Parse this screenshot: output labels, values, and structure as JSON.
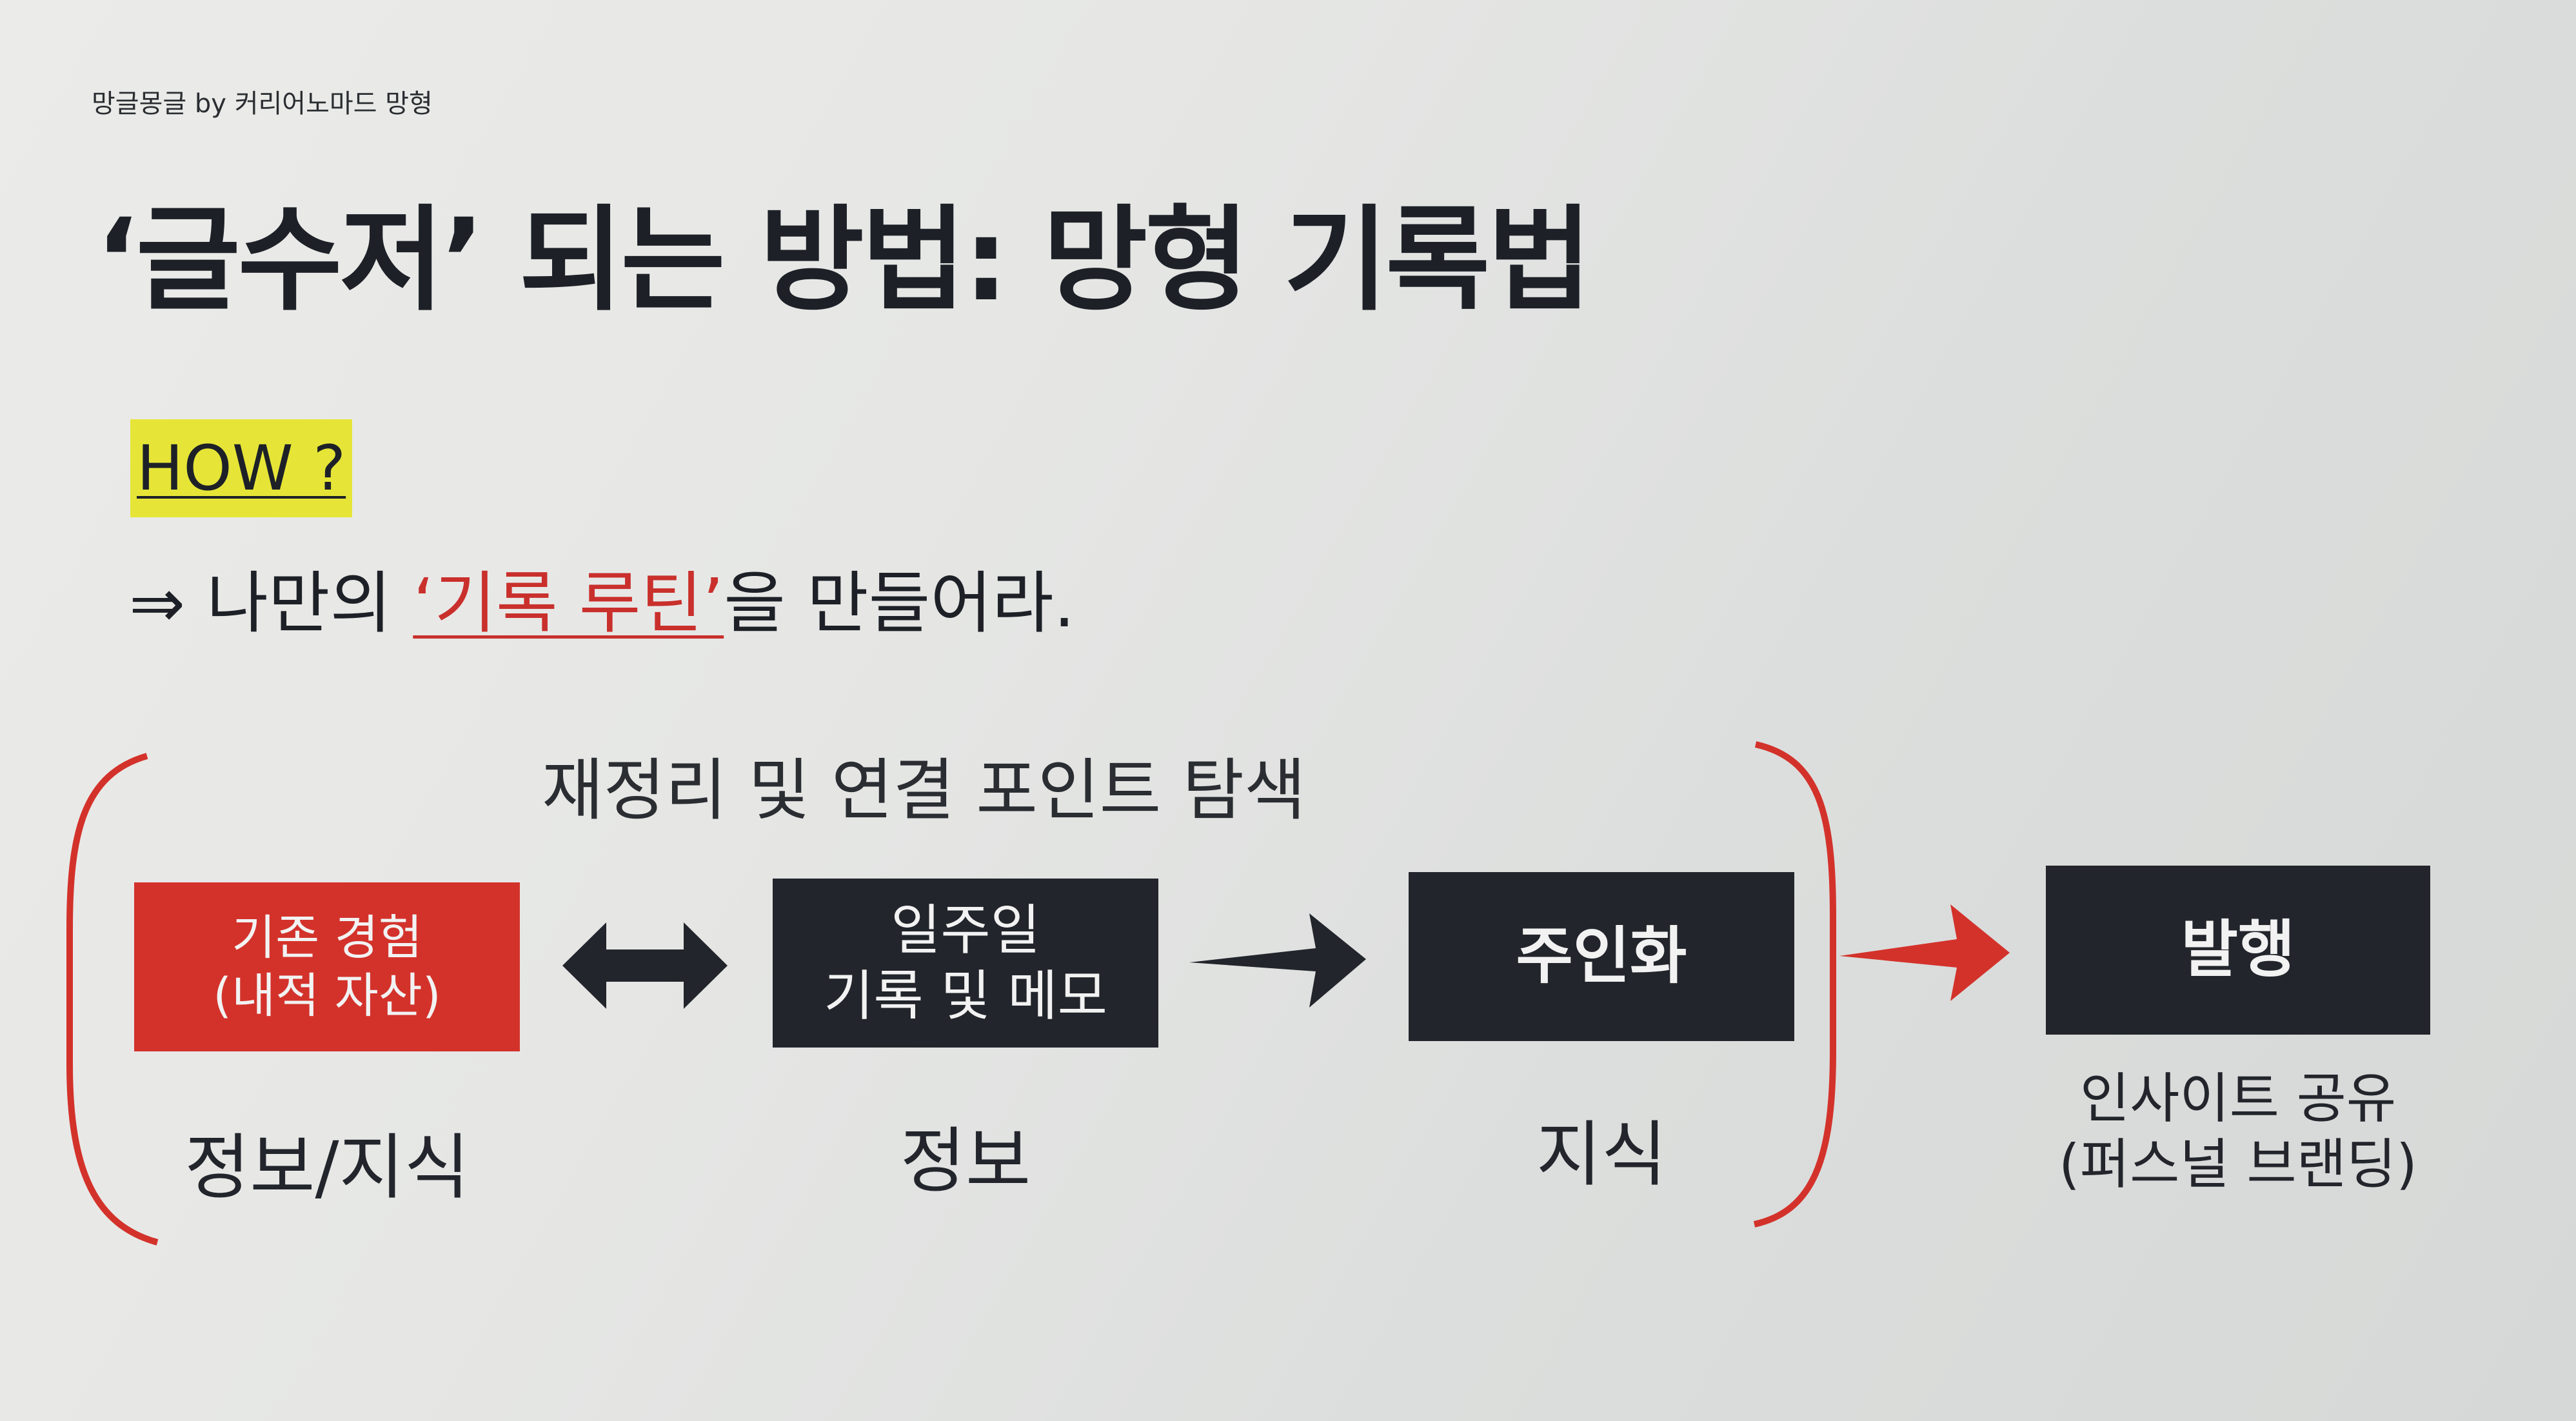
{
  "header": {
    "brand": "망글몽글 by 커리어노마드 망형",
    "title": "‘글수저’ 되는 방법: 망형 기록법"
  },
  "intro": {
    "how_label": "HOW ?",
    "arrow": "⇒",
    "prefix": "나만의",
    "emphasis": "‘기록 루틴’",
    "suffix": "을 만들어라."
  },
  "diagram": {
    "top_label": "재정리 및 연결 포인트 탐색",
    "boxes": {
      "existing": [
        "기존 경험",
        "(내적 자산)"
      ],
      "weekly": [
        "일주일",
        "기록 및 메모"
      ],
      "ownership": "주인화",
      "publish": "발행"
    },
    "labels": {
      "info_knowledge": "정보/지식",
      "info": "정보",
      "knowledge": "지식",
      "insight": [
        "인사이트 공유",
        "(퍼스널 브랜딩)"
      ]
    },
    "colors": {
      "accent_red": "#d3322b",
      "box_dark": "#22252b",
      "highlight_yellow": "#e6e537",
      "text_dark": "#1d2127"
    }
  }
}
